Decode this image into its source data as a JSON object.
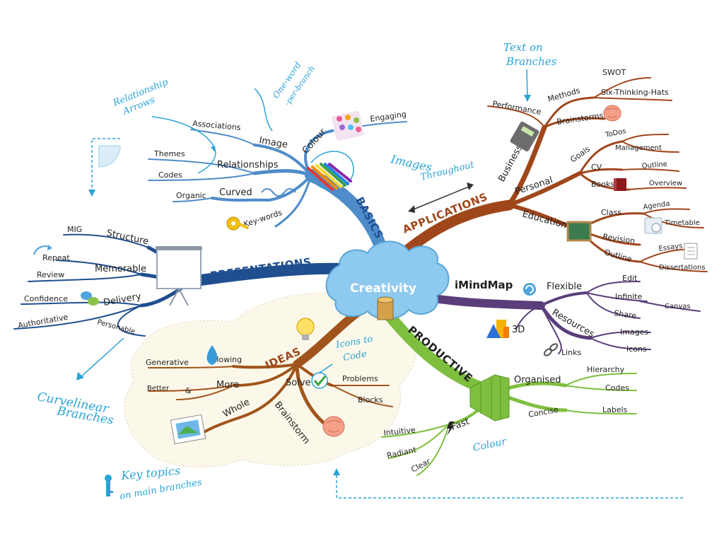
{
  "colors": {
    "basics": "#4f8cc9",
    "applications": "#a0461b",
    "imindmap": "#5a3e7a",
    "productive": "#7fbf3f",
    "ideas": "#a0541b",
    "presentations": "#1f4f8f",
    "annotation": "#29a3d6",
    "cloud": "#8ec9ef"
  },
  "center": {
    "label": "Creativity"
  },
  "branches": {
    "basics": {
      "label": "BASICS",
      "colour": {
        "label": "Colour",
        "children": [
          "Engaging"
        ]
      },
      "image": {
        "label": "Image",
        "children": [
          "Associations"
        ]
      },
      "relationships": {
        "label": "Relationships",
        "children": [
          "Themes",
          "Codes"
        ]
      },
      "curved": {
        "label": "Curved",
        "children": [
          "Organic"
        ]
      },
      "keywords": {
        "label": "Key-words"
      }
    },
    "applications": {
      "label": "APPLICATIONS",
      "business": {
        "label": "Business",
        "performance": "Performance",
        "methods": {
          "label": "Methods",
          "children": [
            "SWOT",
            "Six-Thinking-Hats"
          ]
        },
        "brainstorms": "Brainstorms"
      },
      "personal": {
        "label": "Personal",
        "goals": {
          "label": "Goals",
          "children": [
            "ToDos",
            "Management"
          ]
        },
        "cv": {
          "label": "CV",
          "children": [
            "Outline"
          ]
        },
        "books": {
          "label": "Books",
          "children": [
            "Overview"
          ]
        }
      },
      "education": {
        "label": "Education",
        "class": {
          "label": "Class",
          "children": [
            "Agenda",
            "Timetable"
          ]
        },
        "revision": "Revision",
        "outline": {
          "label": "Outline",
          "children": [
            "Essays",
            "Dissertations"
          ]
        }
      }
    },
    "imindmap": {
      "label": "iMindMap",
      "flexible": {
        "label": "Flexible",
        "children": [
          "Edit",
          "Infinite",
          "Share",
          "Canvas"
        ]
      },
      "resources": {
        "label": "Resources",
        "children": [
          "Images",
          "Icons"
        ]
      },
      "threed": "3D",
      "links": "Links"
    },
    "productive": {
      "label": "PRODUCTIVE",
      "organised": {
        "label": "Organised",
        "children": [
          "Hierarchy",
          "Codes"
        ]
      },
      "concise": {
        "label": "Concise",
        "children": [
          "Labels"
        ]
      },
      "fast": {
        "label": "Fast",
        "children": [
          "Intuitive",
          "Radiant",
          "Clear"
        ]
      }
    },
    "ideas": {
      "label": "IDEAS",
      "flowing": {
        "label": "Flowing",
        "children": [
          "Generative"
        ]
      },
      "more": {
        "label": "More",
        "children": [
          "Better",
          "&"
        ]
      },
      "whole": "Whole",
      "solve": {
        "label": "Solve",
        "children": [
          "Problems",
          "Blocks"
        ]
      },
      "brainstorm": "Brainstorm"
    },
    "presentations": {
      "label": "PRESENTATIONS",
      "structure": {
        "label": "Structure",
        "children": [
          "MIG"
        ]
      },
      "memorable": {
        "label": "Memorable",
        "children": [
          "Repeat",
          "Review"
        ]
      },
      "delivery": {
        "label": "Delivery",
        "children": [
          "Confidence",
          "Authoritative",
          "Personable"
        ]
      }
    }
  },
  "annotations": {
    "relationship_arrows": [
      "Relationship",
      "Arrows"
    ],
    "one_word": [
      "One-word",
      "-per-branch"
    ],
    "images_throughout": [
      "Images",
      "Throughout"
    ],
    "text_on_branches": [
      "Text on",
      "Branches"
    ],
    "curvelinear": [
      "Curvelinear",
      "Branches"
    ],
    "icons_to_code": [
      "Icons to",
      "Code"
    ],
    "key_topics": [
      "Key topics",
      "on main branches"
    ],
    "colour": "Colour"
  }
}
